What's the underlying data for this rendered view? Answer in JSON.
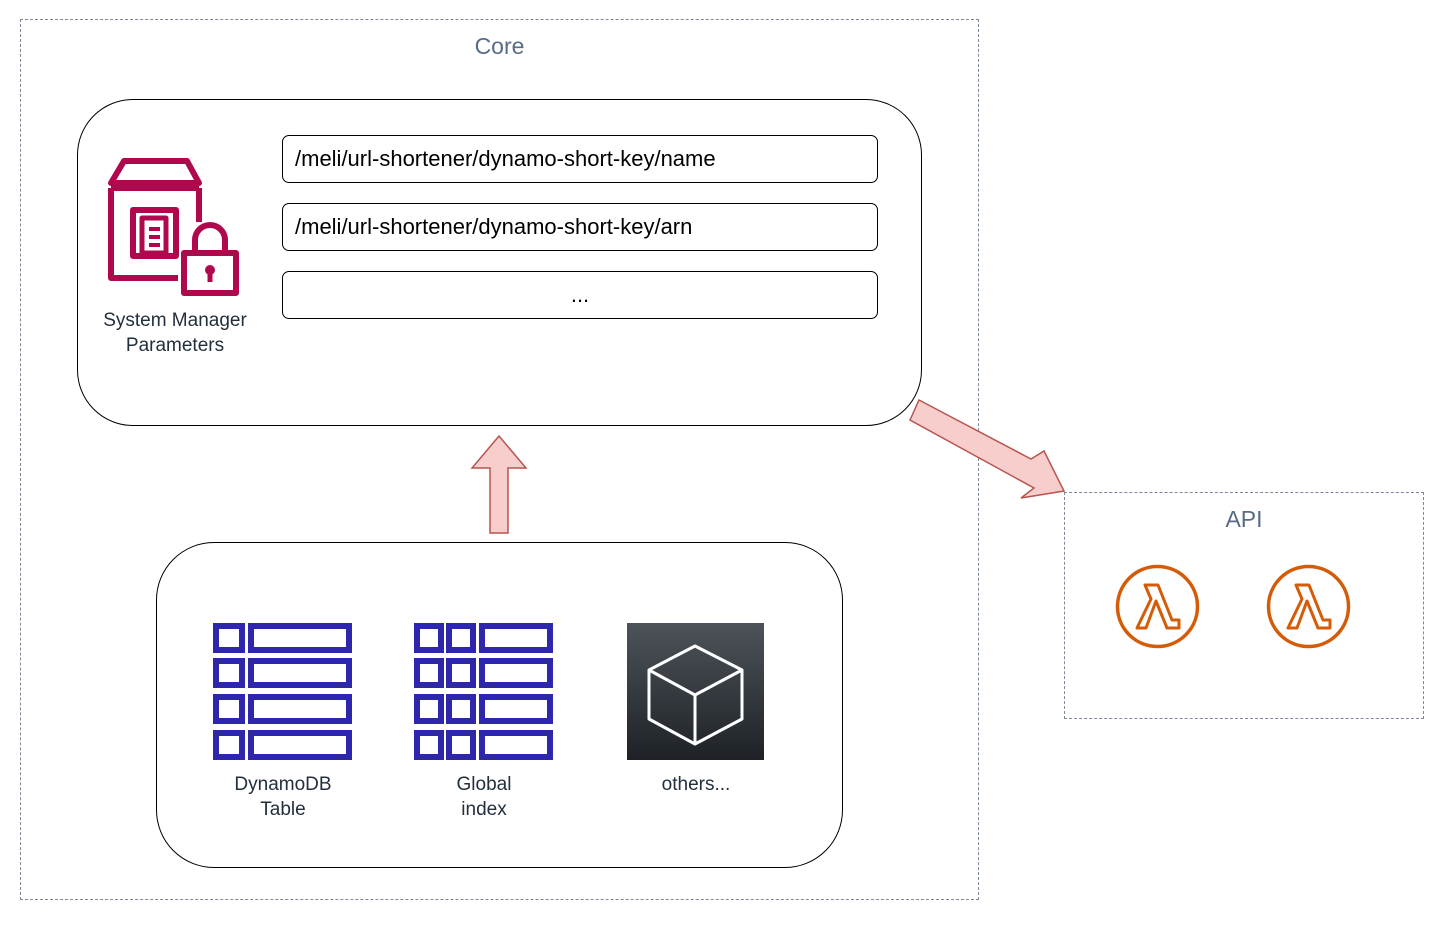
{
  "core": {
    "title": "Core",
    "ssm": {
      "label": "System Manager\nParameters",
      "parameters": [
        "/meli/url-shortener/dynamo-short-key/name",
        "/meli/url-shortener/dynamo-short-key/arn",
        "..."
      ]
    },
    "resources": {
      "table_label": "DynamoDB\nTable",
      "index_label": "Global\nindex",
      "others_label": "others..."
    }
  },
  "api": {
    "title": "API",
    "lambdas": [
      "lambda-icon",
      "lambda-icon"
    ]
  },
  "colors": {
    "ssm_icon": "#b0084d",
    "dynamodb_icon": "#2e27ad",
    "lambda_icon": "#d45b07",
    "arrow_fill": "#f8cecc",
    "arrow_stroke": "#b85450",
    "group_border": "#7d8998",
    "group_title": "#5a6b86"
  }
}
